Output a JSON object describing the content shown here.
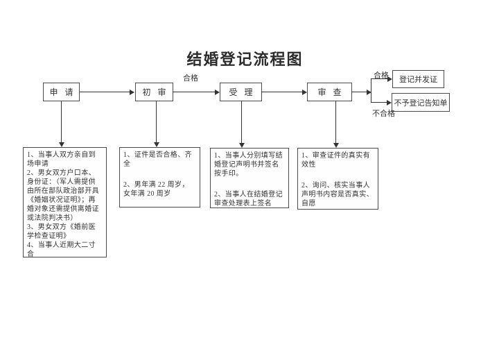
{
  "title": "结婚登记流程图",
  "flow": {
    "steps": [
      {
        "label": "申 请"
      },
      {
        "label": "初 审"
      },
      {
        "label": "受 理"
      },
      {
        "label": "审 查"
      }
    ],
    "labels": {
      "qualified_mid": "合格",
      "qualified": "合格",
      "unqualified": "不合格"
    },
    "outcomes": [
      {
        "label": "登记并发证"
      },
      {
        "label": "不予登记告知单"
      }
    ]
  },
  "details": [
    {
      "items": [
        "1、当事人双方亲自到场申请",
        "2、男女双方户口本、身份证：（军人需提供由所在部队政治部开具《婚姻状况证明》；再婚对象还需提供离婚证或法院判决书）",
        "3、男女双方《婚前医学检查证明》",
        "4、当事人近期大二寸合"
      ]
    },
    {
      "items": [
        "1、证件是否合格、齐全",
        "2、男年满 22 周岁，女年满 20 周岁"
      ]
    },
    {
      "items": [
        "1、当事人分别填写结婚登记声明书并签名按手印。",
        "2、当事人在结婚登记审查处理表上签名"
      ]
    },
    {
      "items": [
        "1、审查证件的真实有效性",
        "2、询问、核实当事人声明书内容是否真实、自愿"
      ]
    }
  ]
}
